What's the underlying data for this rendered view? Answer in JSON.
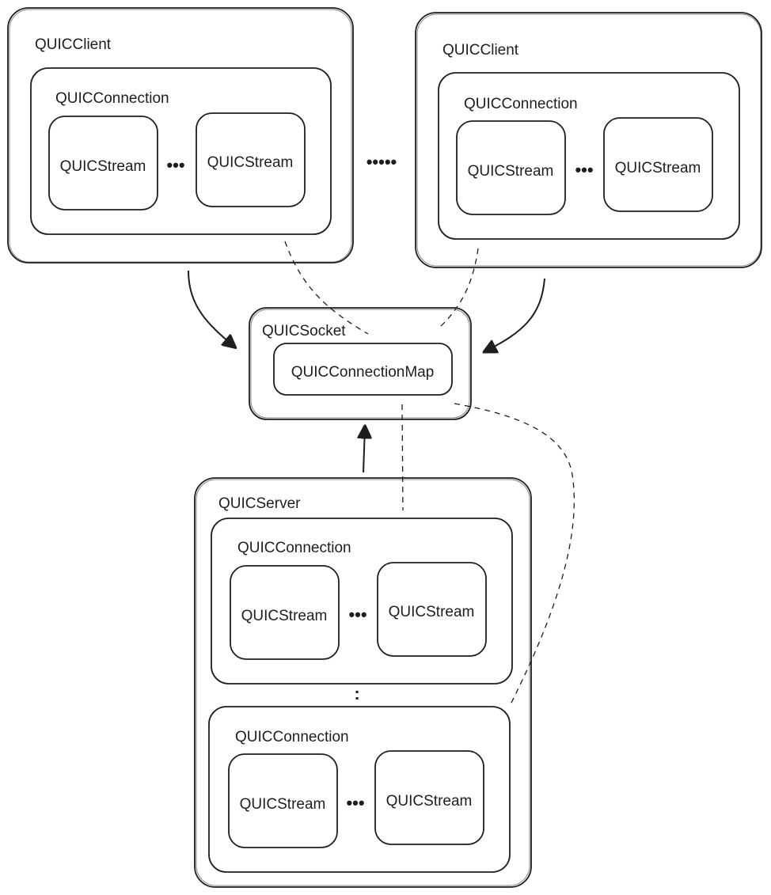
{
  "clients": [
    {
      "label": "QUICClient",
      "connection": {
        "label": "QUICConnection",
        "streams": [
          "QUICStream",
          "QUICStream"
        ],
        "ellipsis": "•••"
      }
    },
    {
      "label": "QUICClient",
      "connection": {
        "label": "QUICConnection",
        "streams": [
          "QUICStream",
          "QUICStream"
        ],
        "ellipsis": "•••"
      }
    }
  ],
  "clients_ellipsis": "•••••",
  "socket": {
    "label": "QUICSocket",
    "map_label": "QUICConnectionMap"
  },
  "server": {
    "label": "QUICServer",
    "connections": [
      {
        "label": "QUICConnection",
        "streams": [
          "QUICStream",
          "QUICStream"
        ],
        "ellipsis": "•••"
      },
      {
        "label": "QUICConnection",
        "streams": [
          "QUICStream",
          "QUICStream"
        ],
        "ellipsis": "•••"
      }
    ],
    "connections_ellipsis": ":"
  }
}
